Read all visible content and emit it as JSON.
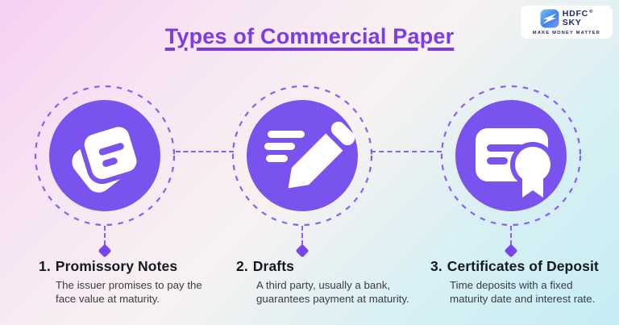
{
  "page": {
    "title": "Types of Commercial Paper"
  },
  "logo": {
    "brand_line1": "HDFC",
    "brand_line2": "SKY",
    "registered_mark": "®",
    "tagline": "MAKE MONEY MATTER"
  },
  "items": [
    {
      "number": "1.",
      "title": "Promissory Notes",
      "description": "The issuer promises to pay the face value at maturity.",
      "icon": "notes-icon"
    },
    {
      "number": "2.",
      "title": "Drafts",
      "description": "A third party, usually a bank, guarantees payment at maturity.",
      "icon": "pencil-icon"
    },
    {
      "number": "3.",
      "title": "Certificates of Deposit",
      "description": "Time deposits with a fixed maturity date and interest rate.",
      "icon": "certificate-icon"
    }
  ],
  "colors": {
    "accent_circle_purple": "#7a52ee",
    "ring_dash_purple": "#8b5cf6",
    "diamond_purple": "#7b43ee",
    "title_purple": "#7d3be8",
    "heading_text": "#15191f",
    "body_text": "#383d44",
    "logo_navy": "#1b2a63",
    "background_pink": "#f6d0f2",
    "background_cyan": "#c5edf4"
  }
}
